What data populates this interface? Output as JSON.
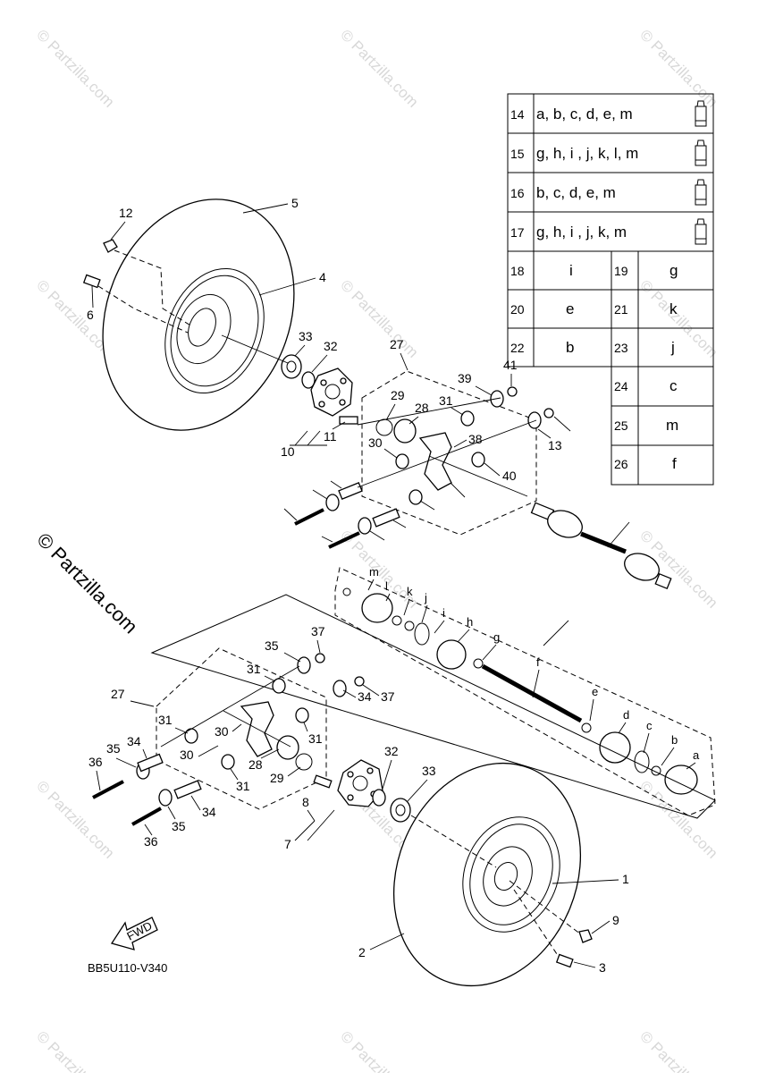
{
  "watermark": {
    "text": "© Partzilla.com",
    "color": "#d8d8d8"
  },
  "brand_watermark": "© Partzilla.com",
  "diagram_code": "BB5U110-V340",
  "fwd_label": "FWD",
  "callouts": {
    "upper": [
      "12",
      "5",
      "4",
      "6",
      "33",
      "32",
      "10",
      "11",
      "27",
      "29",
      "28",
      "31",
      "39",
      "41",
      "30",
      "38",
      "40",
      "13"
    ],
    "middle_letters": [
      "m",
      "l",
      "k",
      "j",
      "i",
      "h",
      "g",
      "f",
      "e",
      "d",
      "c",
      "b",
      "a"
    ],
    "lower": [
      "37",
      "35",
      "31",
      "27",
      "30",
      "34",
      "36",
      "28",
      "29",
      "32",
      "33",
      "8",
      "7",
      "1",
      "9",
      "2",
      "3"
    ]
  },
  "kit_table": {
    "rows_wide": [
      {
        "num": "14",
        "letters": "a, b, c, d, e, m"
      },
      {
        "num": "15",
        "letters": "g, h, i , j, k, l, m"
      },
      {
        "num": "16",
        "letters": "b, c, d, e, m"
      },
      {
        "num": "17",
        "letters": "g, h, i , j, k, m"
      }
    ],
    "rows_pair": [
      {
        "left_num": "18",
        "left_letter": "i",
        "right_num": "19",
        "right_letter": "g"
      },
      {
        "left_num": "20",
        "left_letter": "e",
        "right_num": "21",
        "right_letter": "k"
      },
      {
        "left_num": "22",
        "left_letter": "b",
        "right_num": "23",
        "right_letter": "j"
      }
    ],
    "rows_single": [
      {
        "num": "24",
        "letter": "c"
      },
      {
        "num": "25",
        "letter": "m"
      },
      {
        "num": "26",
        "letter": "f"
      }
    ]
  }
}
